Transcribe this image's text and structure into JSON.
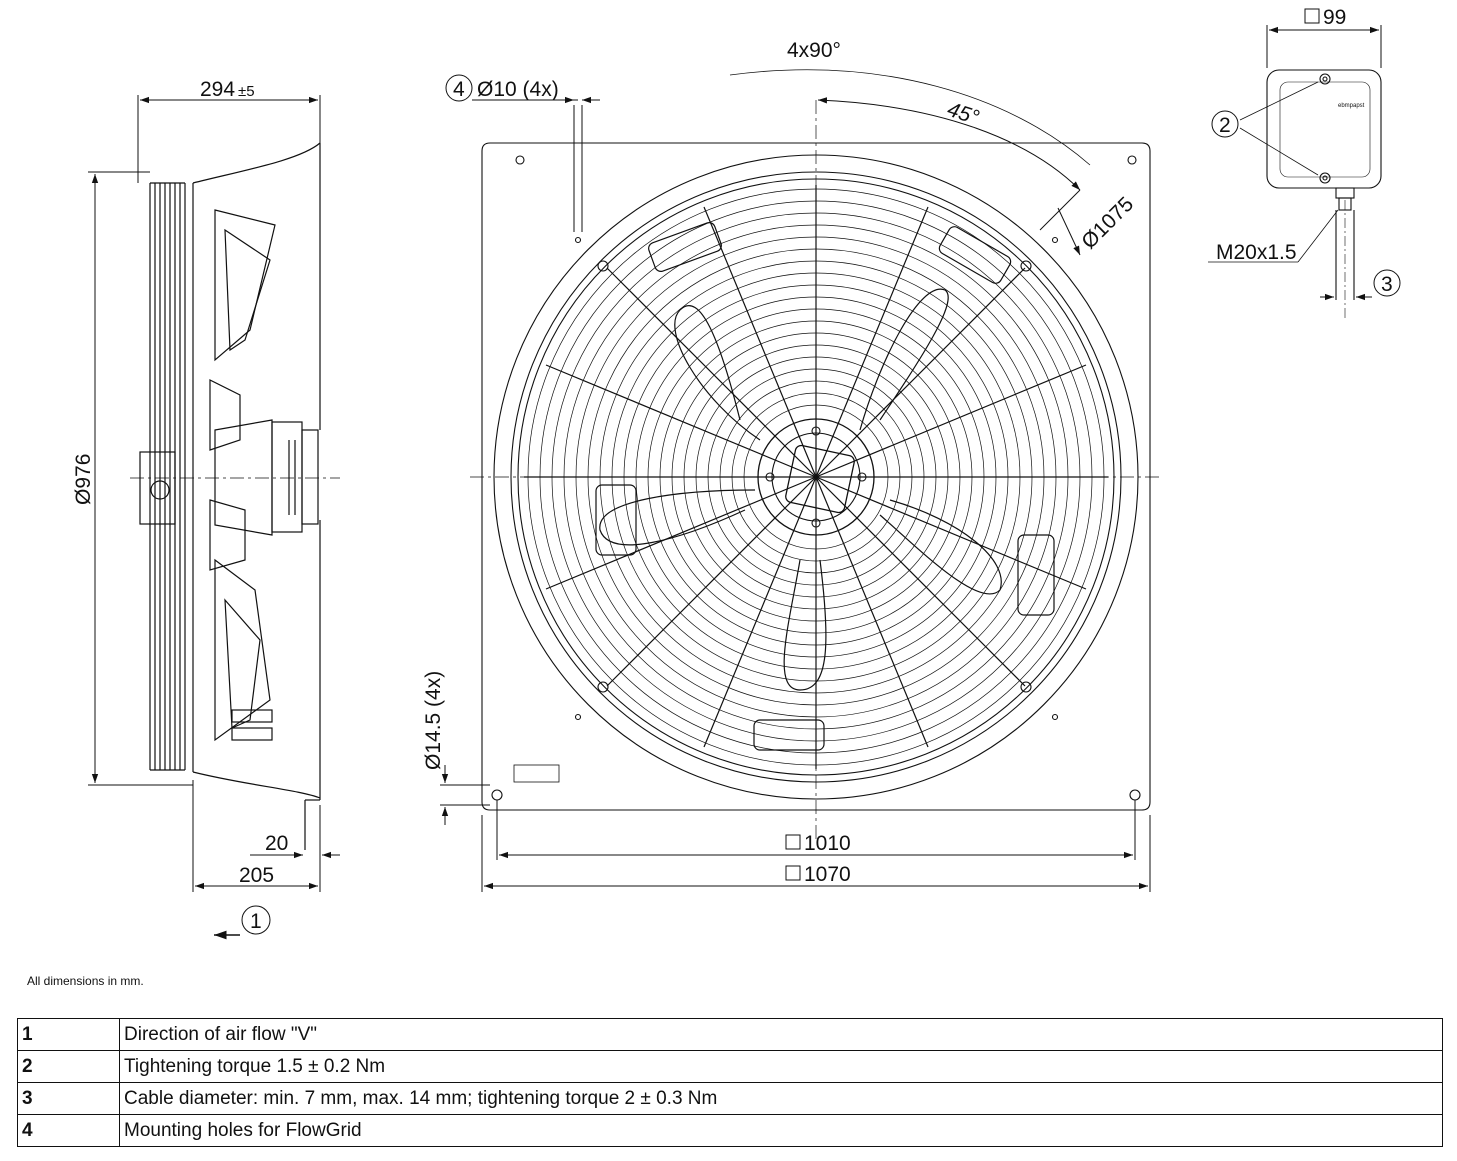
{
  "dimensions": {
    "depth_total": "294",
    "depth_tol": "±5",
    "side_diameter": "Ø976",
    "flange": "20",
    "depth_205": "205",
    "holes_small": "Ø10 (4x)",
    "holes_large": "Ø14.5 (4x)",
    "angle_4x90": "4x90°",
    "angle_45": "45°",
    "pitch_diameter": "Ø1075",
    "inner_square": "1010",
    "outer_square": "1070",
    "box_square": "99",
    "gland": "M20x1.5"
  },
  "callouts": {
    "c1": "1",
    "c2": "2",
    "c3": "3",
    "c4": "4"
  },
  "box_brand": "ebmpapst",
  "note": "All dimensions in mm.",
  "legend": [
    {
      "num": "1",
      "text": "Direction of air flow \"V\""
    },
    {
      "num": "2",
      "text": "Tightening torque 1.5 ± 0.2 Nm"
    },
    {
      "num": "3",
      "text": "Cable diameter: min. 7 mm, max. 14 mm; tightening torque 2 ± 0.3 Nm"
    },
    {
      "num": "4",
      "text": "Mounting holes for FlowGrid"
    }
  ]
}
